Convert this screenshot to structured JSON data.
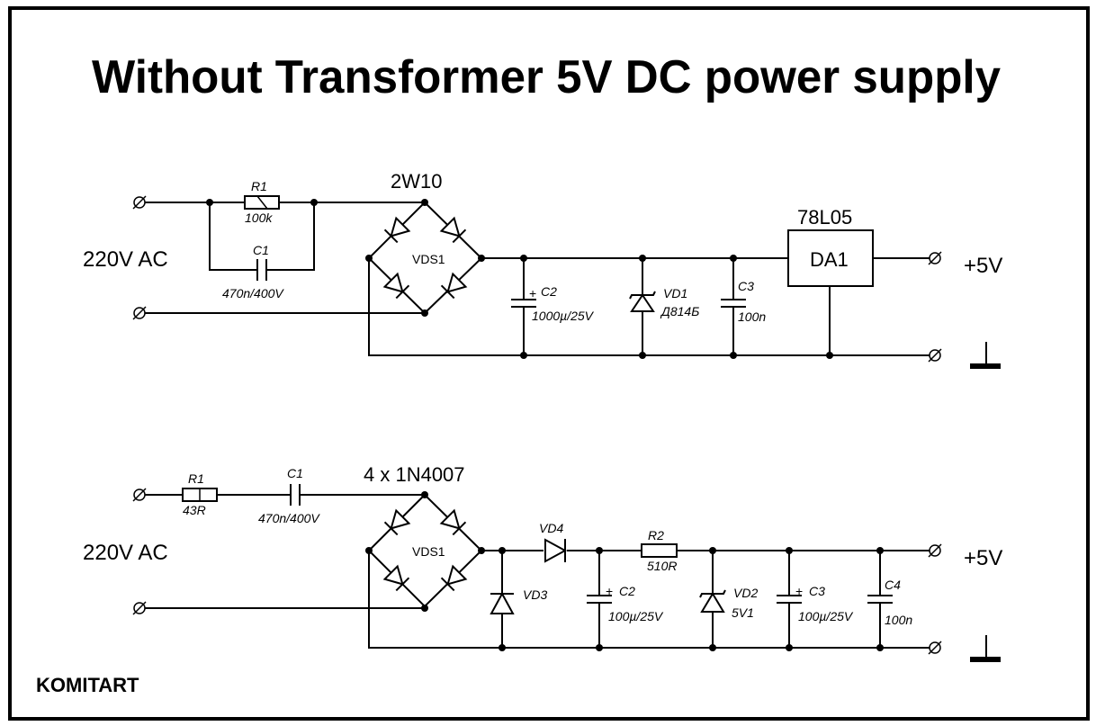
{
  "title": "Without Transformer 5V DC power supply",
  "brand": "KOMITART",
  "circuit1": {
    "input_label": "220V AC",
    "bridge_label": "2W10",
    "bridge_ref": "VDS1",
    "r1_ref": "R1",
    "r1_value": "100k",
    "c1_ref": "C1",
    "c1_value": "470n/400V",
    "c2_ref": "C2",
    "c2_value": "1000µ/25V",
    "vd1_ref": "VD1",
    "vd1_value": "Д814Б",
    "c3_ref": "C3",
    "c3_value": "100n",
    "regulator_part": "78L05",
    "regulator_ref": "DA1",
    "output_label": "+5V",
    "plus_sign": "+"
  },
  "circuit2": {
    "input_label": "220V AC",
    "bridge_label": "4 x 1N4007",
    "bridge_ref": "VDS1",
    "r1_ref": "R1",
    "r1_value": "43R",
    "c1_ref": "C1",
    "c1_value": "470n/400V",
    "vd3_ref": "VD3",
    "vd4_ref": "VD4",
    "r2_ref": "R2",
    "r2_value": "510R",
    "c2_ref": "C2",
    "c2_value": "100µ/25V",
    "vd2_ref": "VD2",
    "vd2_value": "5V1",
    "c3_ref": "C3",
    "c3_value": "100µ/25V",
    "c4_ref": "C4",
    "c4_value": "100n",
    "output_label": "+5V",
    "plus_sign": "+"
  }
}
